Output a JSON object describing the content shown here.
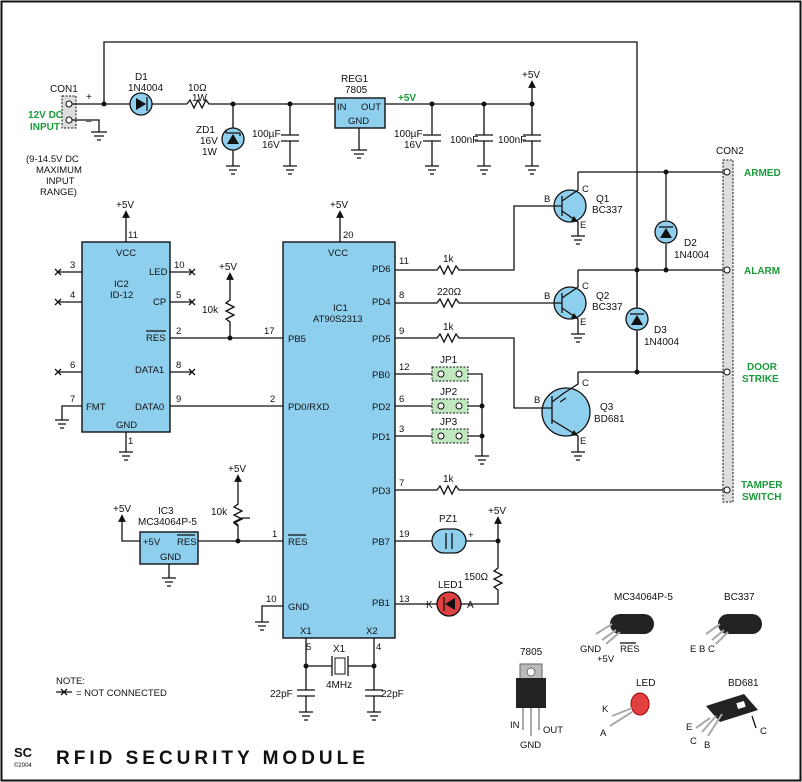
{
  "title": "RFID SECURITY MODULE",
  "logo": "SC",
  "logo_year": "©2004",
  "note": {
    "heading": "NOTE:",
    "text": "= NOT CONNECTED"
  },
  "input": {
    "con": "CON1",
    "label1": "12V DC",
    "label2": "INPUT",
    "range": [
      "(9-14.5V DC",
      "MAXIMUM",
      "INPUT",
      "RANGE)"
    ],
    "plus": "+",
    "minus": "–"
  },
  "rails": {
    "v5": "+5V",
    "v5_green": "+5V"
  },
  "d1": {
    "ref": "D1",
    "value": "1N4004"
  },
  "r_in": {
    "ref": "10Ω",
    "value": "1W"
  },
  "zd1": {
    "ref": "ZD1",
    "v": "16V",
    "w": "1W"
  },
  "c_in": {
    "value": "100µF",
    "v": "16V"
  },
  "reg1": {
    "ref": "REG1",
    "part": "7805",
    "in": "IN",
    "out": "OUT",
    "gnd": "GND"
  },
  "c_out": {
    "value": "100µF",
    "v": "16V"
  },
  "c_100n_1": "100nF",
  "c_100n_2": "100nF",
  "ic2": {
    "ref": "IC2",
    "part": "ID-12",
    "vcc": "VCC",
    "gnd": "GND",
    "led": "LED",
    "cp": "CP",
    "res": "RES",
    "data1": "DATA1",
    "data0": "DATA0",
    "fmt": "FMT",
    "pins": {
      "vcc": "11",
      "p3": "3",
      "p4": "4",
      "p6": "6",
      "p7": "7",
      "p10": "10",
      "p5": "5",
      "p2": "2",
      "p8": "8",
      "p9": "9",
      "gnd": "1"
    }
  },
  "r_10k_1": "10k",
  "r_10k_2": "10k",
  "ic1": {
    "ref": "IC1",
    "part": "AT90S2313",
    "vcc": "VCC",
    "gnd": "GND",
    "pb5": "PB5",
    "pd0": "PD0/RXD",
    "res": "RES",
    "pd6": "PD6",
    "pd4": "PD4",
    "pd5": "PD5",
    "pb0": "PB0",
    "pd2": "PD2",
    "pd1": "PD1",
    "pd3": "PD3",
    "pb7": "PB7",
    "pb1": "PB1",
    "x1": "X1",
    "x2": "X2",
    "pins": {
      "vcc": "20",
      "pb5": "17",
      "pd0": "2",
      "res": "1",
      "gnd": "10",
      "pd6": "11",
      "pd4": "8",
      "pd5": "9",
      "pb0": "12",
      "pd2": "6",
      "pd1": "3",
      "pd3": "7",
      "pb7": "19",
      "pb1": "13",
      "x1": "5",
      "x2": "4"
    }
  },
  "ic3": {
    "ref": "IC3",
    "part": "MC34064P-5",
    "v5": "+5V",
    "res": "RES",
    "gnd": "GND"
  },
  "r_q1": "1k",
  "r_q2": "220Ω",
  "r_q3": "1k",
  "r_tamper": "1k",
  "r_led": "150Ω",
  "jp": [
    "JP1",
    "JP2",
    "JP3"
  ],
  "pz1": {
    "ref": "PZ1",
    "plus": "+"
  },
  "led1": {
    "ref": "LED1",
    "k": "K",
    "a": "A"
  },
  "x1": {
    "ref": "X1",
    "freq": "4MHz"
  },
  "c_22p": "22pF",
  "q1": {
    "ref": "Q1",
    "part": "BC337",
    "b": "B",
    "c": "C",
    "e": "E"
  },
  "q2": {
    "ref": "Q2",
    "part": "BC337",
    "b": "B",
    "c": "C",
    "e": "E"
  },
  "q3": {
    "ref": "Q3",
    "part": "BD681",
    "b": "B",
    "c": "C",
    "e": "E"
  },
  "d2": {
    "ref": "D2",
    "value": "1N4004"
  },
  "d3": {
    "ref": "D3",
    "value": "1N4004"
  },
  "con2": {
    "ref": "CON2",
    "armed": "ARMED",
    "alarm": "ALARM",
    "door1": "DOOR",
    "door2": "STRIKE",
    "tamper1": "TAMPER",
    "tamper2": "SWITCH"
  },
  "pinouts": {
    "mc": {
      "title": "MC34064P-5",
      "gnd": "GND",
      "v5": "+5V",
      "res": "RES"
    },
    "bc337": {
      "title": "BC337",
      "ebc": "E B C"
    },
    "reg": {
      "title": "7805",
      "in": "IN",
      "out": "OUT",
      "gnd": "GND"
    },
    "led": {
      "title": "LED",
      "k": "K",
      "a": "A"
    },
    "bd681": {
      "title": "BD681",
      "e": "E",
      "c": "C",
      "b": "B",
      "c2": "C"
    }
  }
}
